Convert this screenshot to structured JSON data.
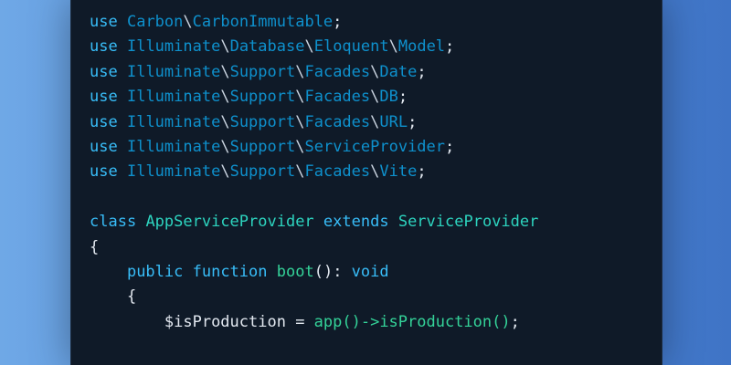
{
  "imports": [
    [
      "Carbon",
      "CarbonImmutable"
    ],
    [
      "Illuminate",
      "Database",
      "Eloquent",
      "Model"
    ],
    [
      "Illuminate",
      "Support",
      "Facades",
      "Date"
    ],
    [
      "Illuminate",
      "Support",
      "Facades",
      "DB"
    ],
    [
      "Illuminate",
      "Support",
      "Facades",
      "URL"
    ],
    [
      "Illuminate",
      "Support",
      "ServiceProvider"
    ],
    [
      "Illuminate",
      "Support",
      "Facades",
      "Vite"
    ]
  ],
  "keywords": {
    "use": "use",
    "class": "class",
    "extends": "extends",
    "public": "public",
    "function": "function",
    "void": "void"
  },
  "class_decl": {
    "name": "AppServiceProvider",
    "parent": "ServiceProvider"
  },
  "method": {
    "name": "boot",
    "return_type": "void"
  },
  "statement": {
    "variable": "$isProduction",
    "call": "app()->isProduction()"
  },
  "colors": {
    "keyword": "#38bdf8",
    "namespace": "#0ea5e9",
    "class_name": "#2dd4bf",
    "function_name": "#34d399",
    "background": "#0f1a28"
  }
}
